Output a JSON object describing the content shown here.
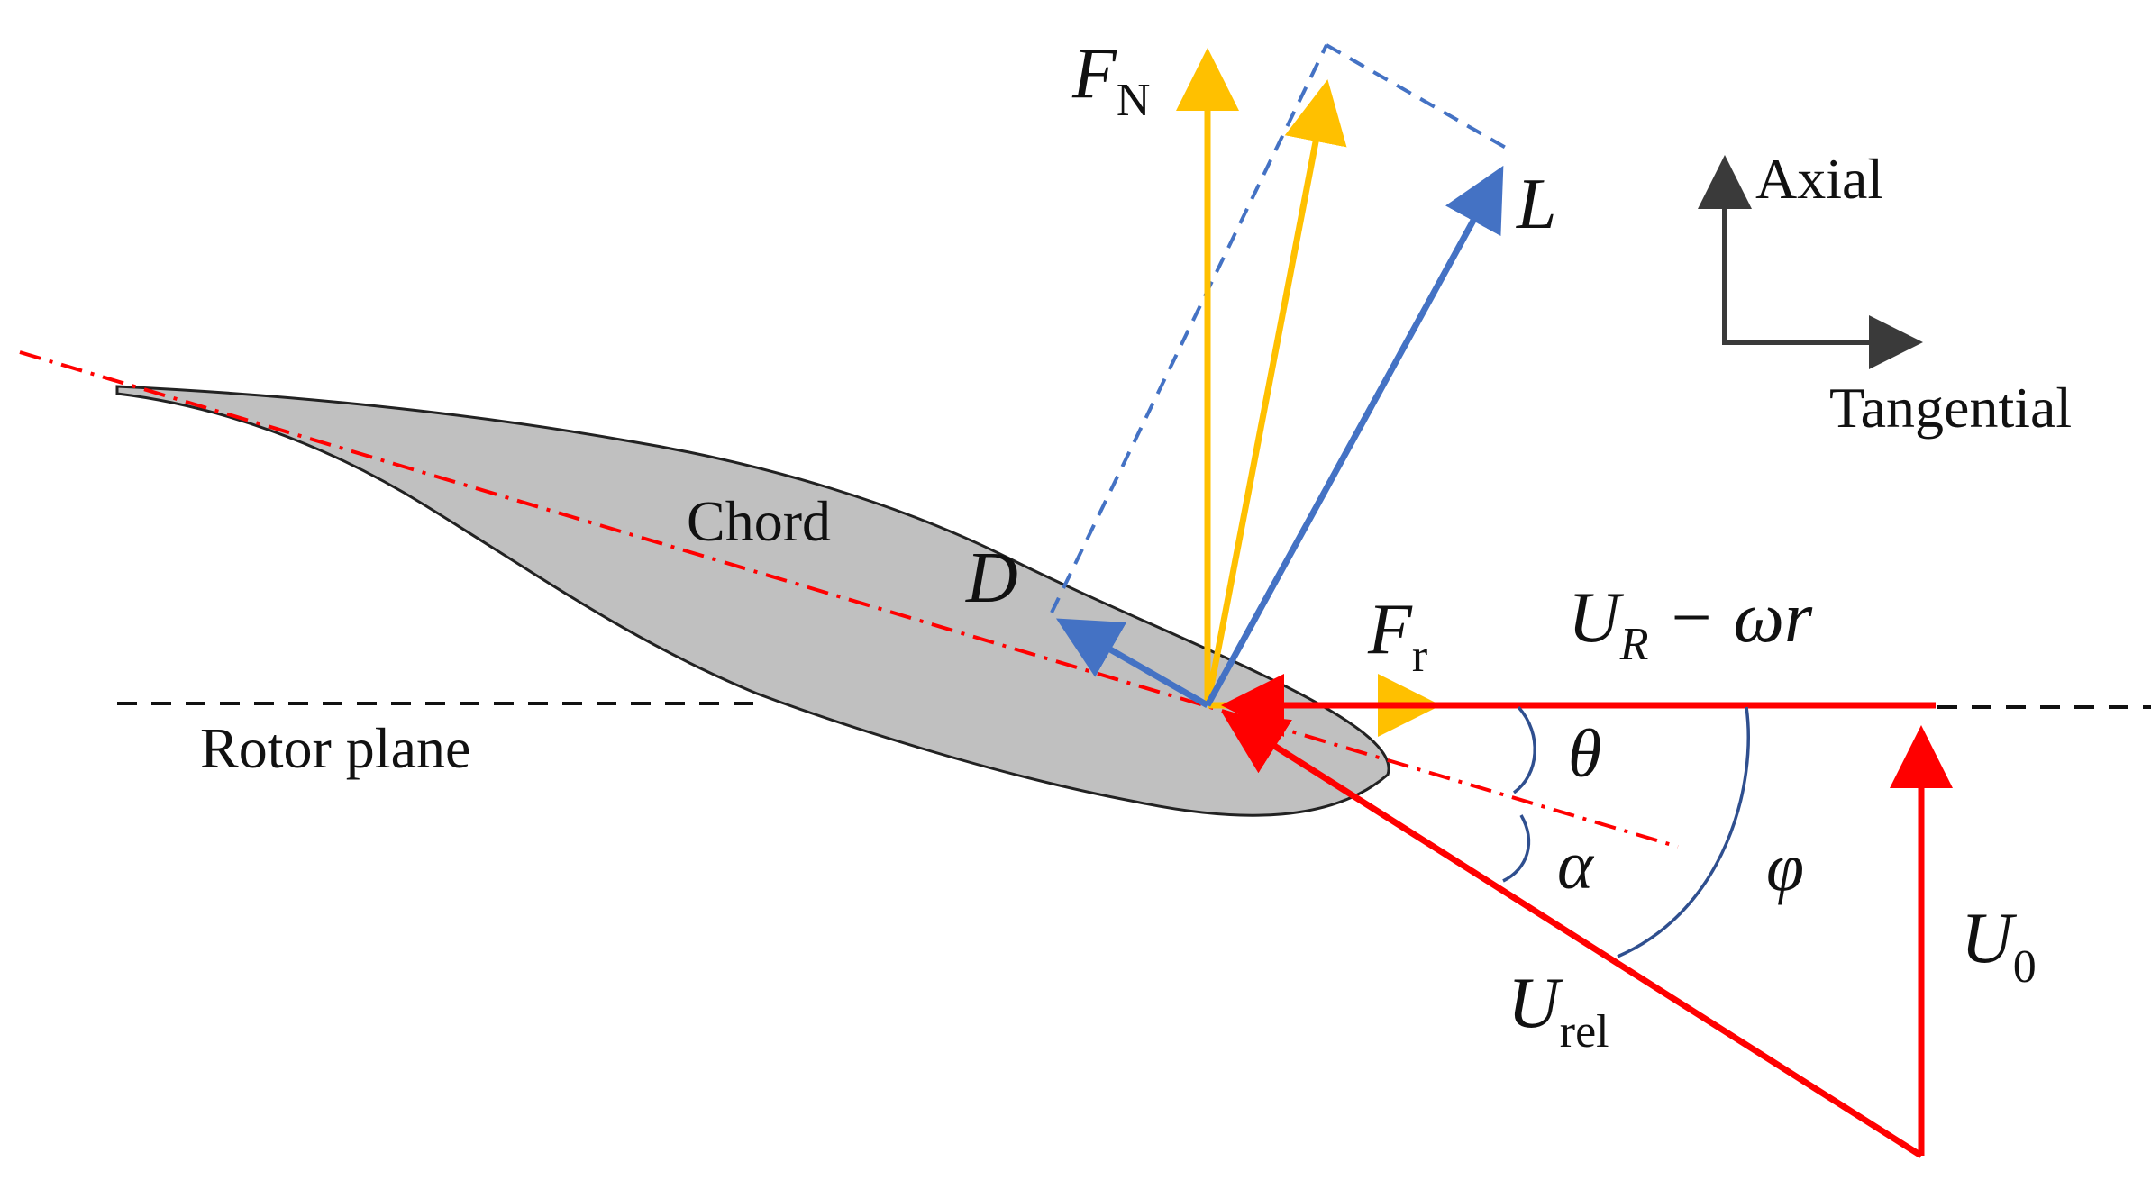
{
  "colors": {
    "red": "#ff0000",
    "yellow": "#ffc000",
    "blue": "#4472c4",
    "arc": "#2f4f8f",
    "black": "#111111",
    "airfoil_fill": "#c0c0c0",
    "axes": "#3a3a3a"
  },
  "labels": {
    "rotor_plane": "Rotor plane",
    "chord": "Chord",
    "axial": "Axial",
    "tangential": "Tangential",
    "lift": "L",
    "drag": "D",
    "normal_force": {
      "main": "F",
      "sub": "N"
    },
    "tangential_force": {
      "main": "F",
      "sub": "r"
    },
    "rotor_velocity": {
      "main": "U",
      "sub": "R",
      "rest": " − ωr"
    },
    "relative_velocity": {
      "main": "U",
      "sub": "rel"
    },
    "free_stream": {
      "main": "U",
      "sub": "0"
    },
    "pitch_angle": "θ",
    "attack_angle": "α",
    "inflow_angle": "φ"
  }
}
